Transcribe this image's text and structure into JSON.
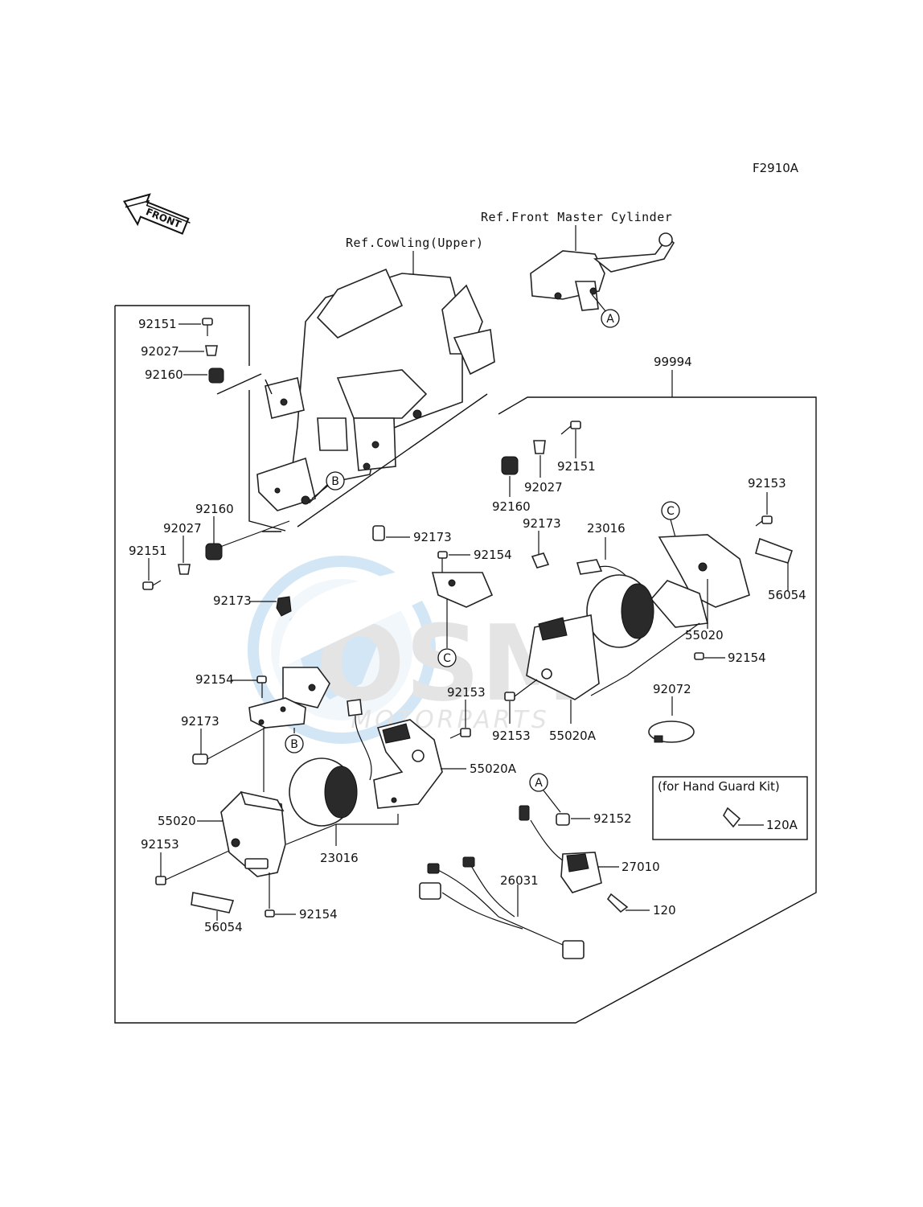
{
  "figure_code": "F2910A",
  "front_label": "FRONT",
  "refs": {
    "master_cylinder": "Ref.Front Master Cylinder",
    "cowling": "Ref.Cowling(Upper)"
  },
  "kit_label": "99994",
  "hand_guard_box": {
    "title": "(for Hand Guard Kit)",
    "part": "120A"
  },
  "callouts": [
    "A",
    "B",
    "C"
  ],
  "watermark": {
    "brand": "OSM",
    "sub": "MOTORPARTS"
  },
  "part_numbers": {
    "p92151_a": "92151",
    "p92027_a": "92027",
    "p92160_a": "92160",
    "p92160_b": "92160",
    "p92027_b": "92027",
    "p92151_b": "92151",
    "p92173_a": "92173",
    "p92154_a": "92154",
    "p92173_b": "92173",
    "p92173_c": "92173",
    "p92154_b": "92154",
    "p92173_d": "92173",
    "p92027_c": "92027",
    "p92151_c": "92151",
    "p92160_c": "92160",
    "p92153_a": "92153",
    "p23016_a": "23016",
    "p56054_a": "56054",
    "p55020_a": "55020",
    "p92154_c": "92154",
    "p92072": "92072",
    "p92153_b": "92153",
    "p55020A_a": "55020A",
    "p92153_c": "92153",
    "p55020A_b": "55020A",
    "p55020_b": "55020",
    "p92153_d": "92153",
    "p23016_b": "23016",
    "p56054_b": "56054",
    "p92154_d": "92154",
    "p92152": "92152",
    "p27010": "27010",
    "p26031": "26031",
    "p120": "120"
  }
}
